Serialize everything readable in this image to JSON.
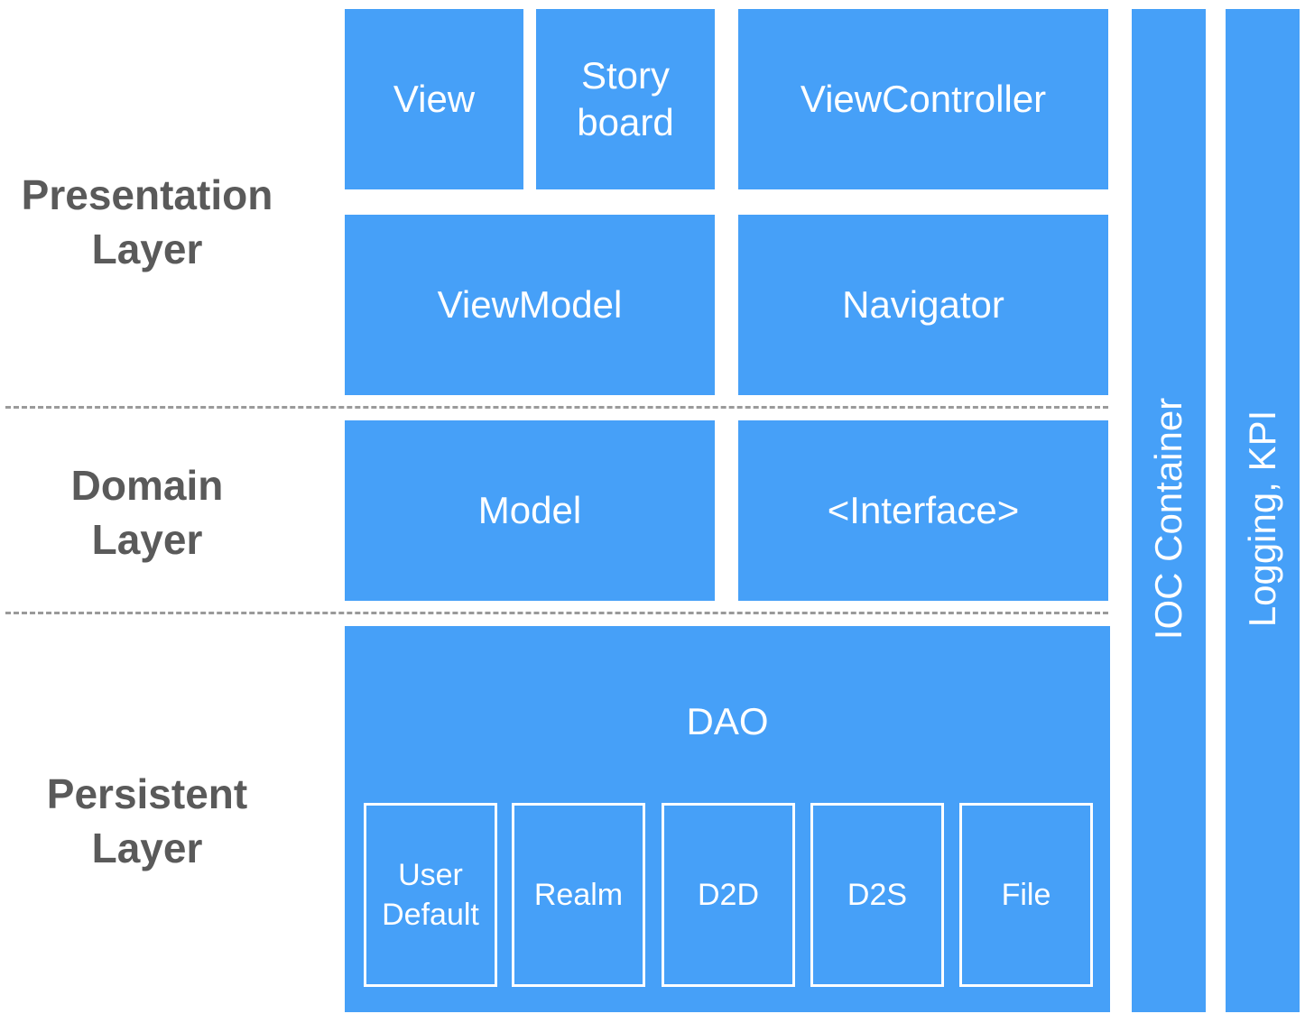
{
  "layers": {
    "presentation": [
      "Presentation",
      "Layer"
    ],
    "domain": [
      "Domain",
      "Layer"
    ],
    "persistent": [
      "Persistent",
      "Layer"
    ]
  },
  "presentation_boxes": {
    "view": "View",
    "storyboard": [
      "Story",
      "board"
    ],
    "view_controller": "ViewController",
    "view_model": "ViewModel",
    "navigator": "Navigator"
  },
  "domain_boxes": {
    "model": "Model",
    "interface": "<Interface>"
  },
  "persistent": {
    "dao": "DAO",
    "items": {
      "user_default": [
        "User",
        "Default"
      ],
      "realm": "Realm",
      "d2d": "D2D",
      "d2s": "D2S",
      "file": "File"
    }
  },
  "cross_cutting": {
    "ioc": "IOC Container",
    "logging": "Logging, KPI"
  },
  "colors": {
    "box_fill": "#46a0f8",
    "label_text": "#5a5a5a",
    "divider": "#9a9a9a"
  }
}
